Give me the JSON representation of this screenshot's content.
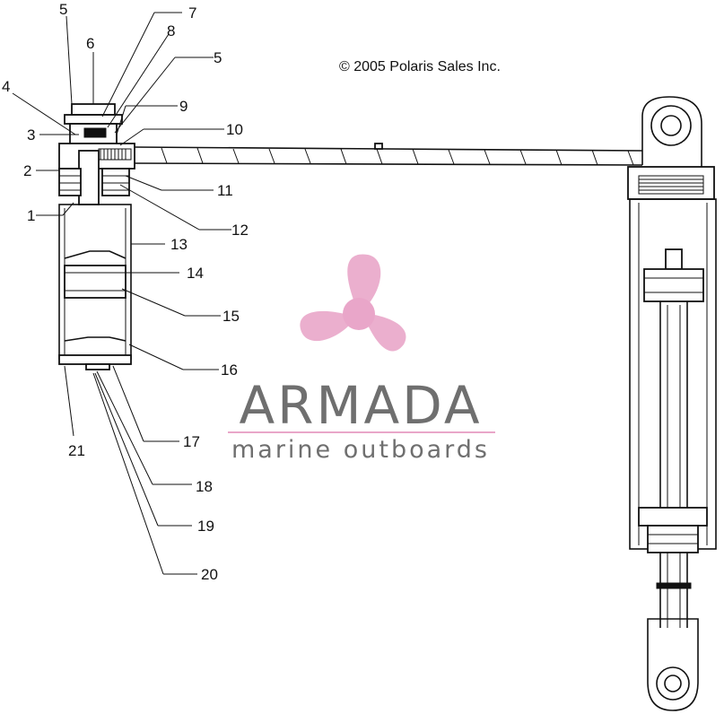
{
  "copyright": "© 2005 Polaris Sales Inc.",
  "watermark": {
    "title": "ARMADA",
    "subtitle": "marine outboards",
    "logo_icon": "propeller-icon",
    "logo_color": "#e9a6c9",
    "text_color": "#6f6f6f"
  },
  "callouts": [
    "1",
    "2",
    "3",
    "4",
    "5",
    "5",
    "6",
    "7",
    "8",
    "9",
    "10",
    "11",
    "12",
    "13",
    "14",
    "15",
    "16",
    "17",
    "18",
    "19",
    "20",
    "21"
  ]
}
